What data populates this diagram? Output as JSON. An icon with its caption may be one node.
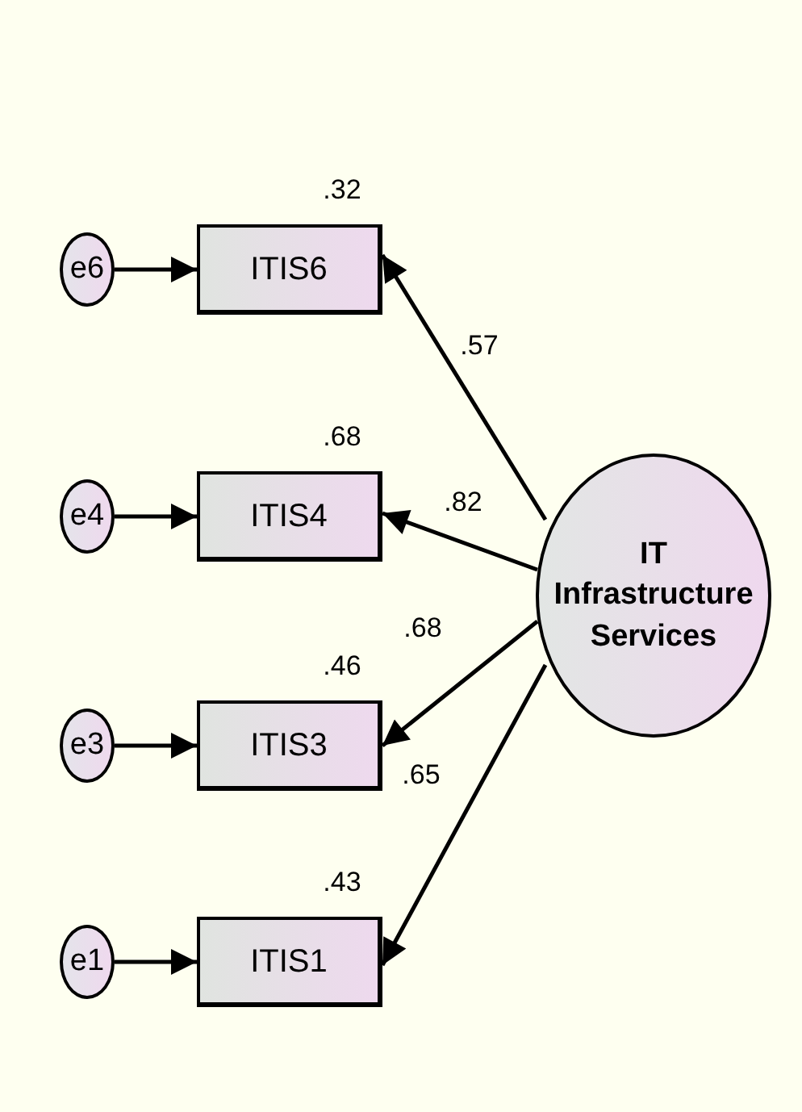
{
  "diagram": {
    "nodes": [
      {
        "text": [
          "e6"
        ]
      },
      {
        "text": [
          "ITIS6"
        ],
        "beside": [
          ".32"
        ]
      },
      {
        "text": [
          "e4"
        ]
      },
      {
        "text": [
          "ITIS4"
        ],
        "beside": [
          ".68"
        ]
      },
      {
        "text": [
          "e3"
        ]
      },
      {
        "text": [
          "ITIS3"
        ],
        "beside": [
          ".46"
        ]
      },
      {
        "text": [
          "e1"
        ]
      },
      {
        "text": [
          "ITIS1"
        ],
        "beside": [
          ".43"
        ]
      },
      {
        "text": [
          "IT Infrastructure Services"
        ]
      }
    ],
    "edges": [
      {
        "from": 0,
        "to": 1,
        "arrow": "to"
      },
      {
        "from": 2,
        "to": 3,
        "arrow": "to"
      },
      {
        "from": 4,
        "to": 5,
        "arrow": "to"
      },
      {
        "from": 6,
        "to": 7,
        "arrow": "to"
      },
      {
        "from": 8,
        "to": 1,
        "arrow": "to",
        "label": ".57"
      },
      {
        "from": 8,
        "to": 3,
        "arrow": "to",
        "label": ".82"
      },
      {
        "from": 8,
        "to": 5,
        "arrow": "to",
        "label": ".68"
      },
      {
        "from": 8,
        "to": 7,
        "arrow": "to",
        "label": ".65"
      }
    ]
  }
}
